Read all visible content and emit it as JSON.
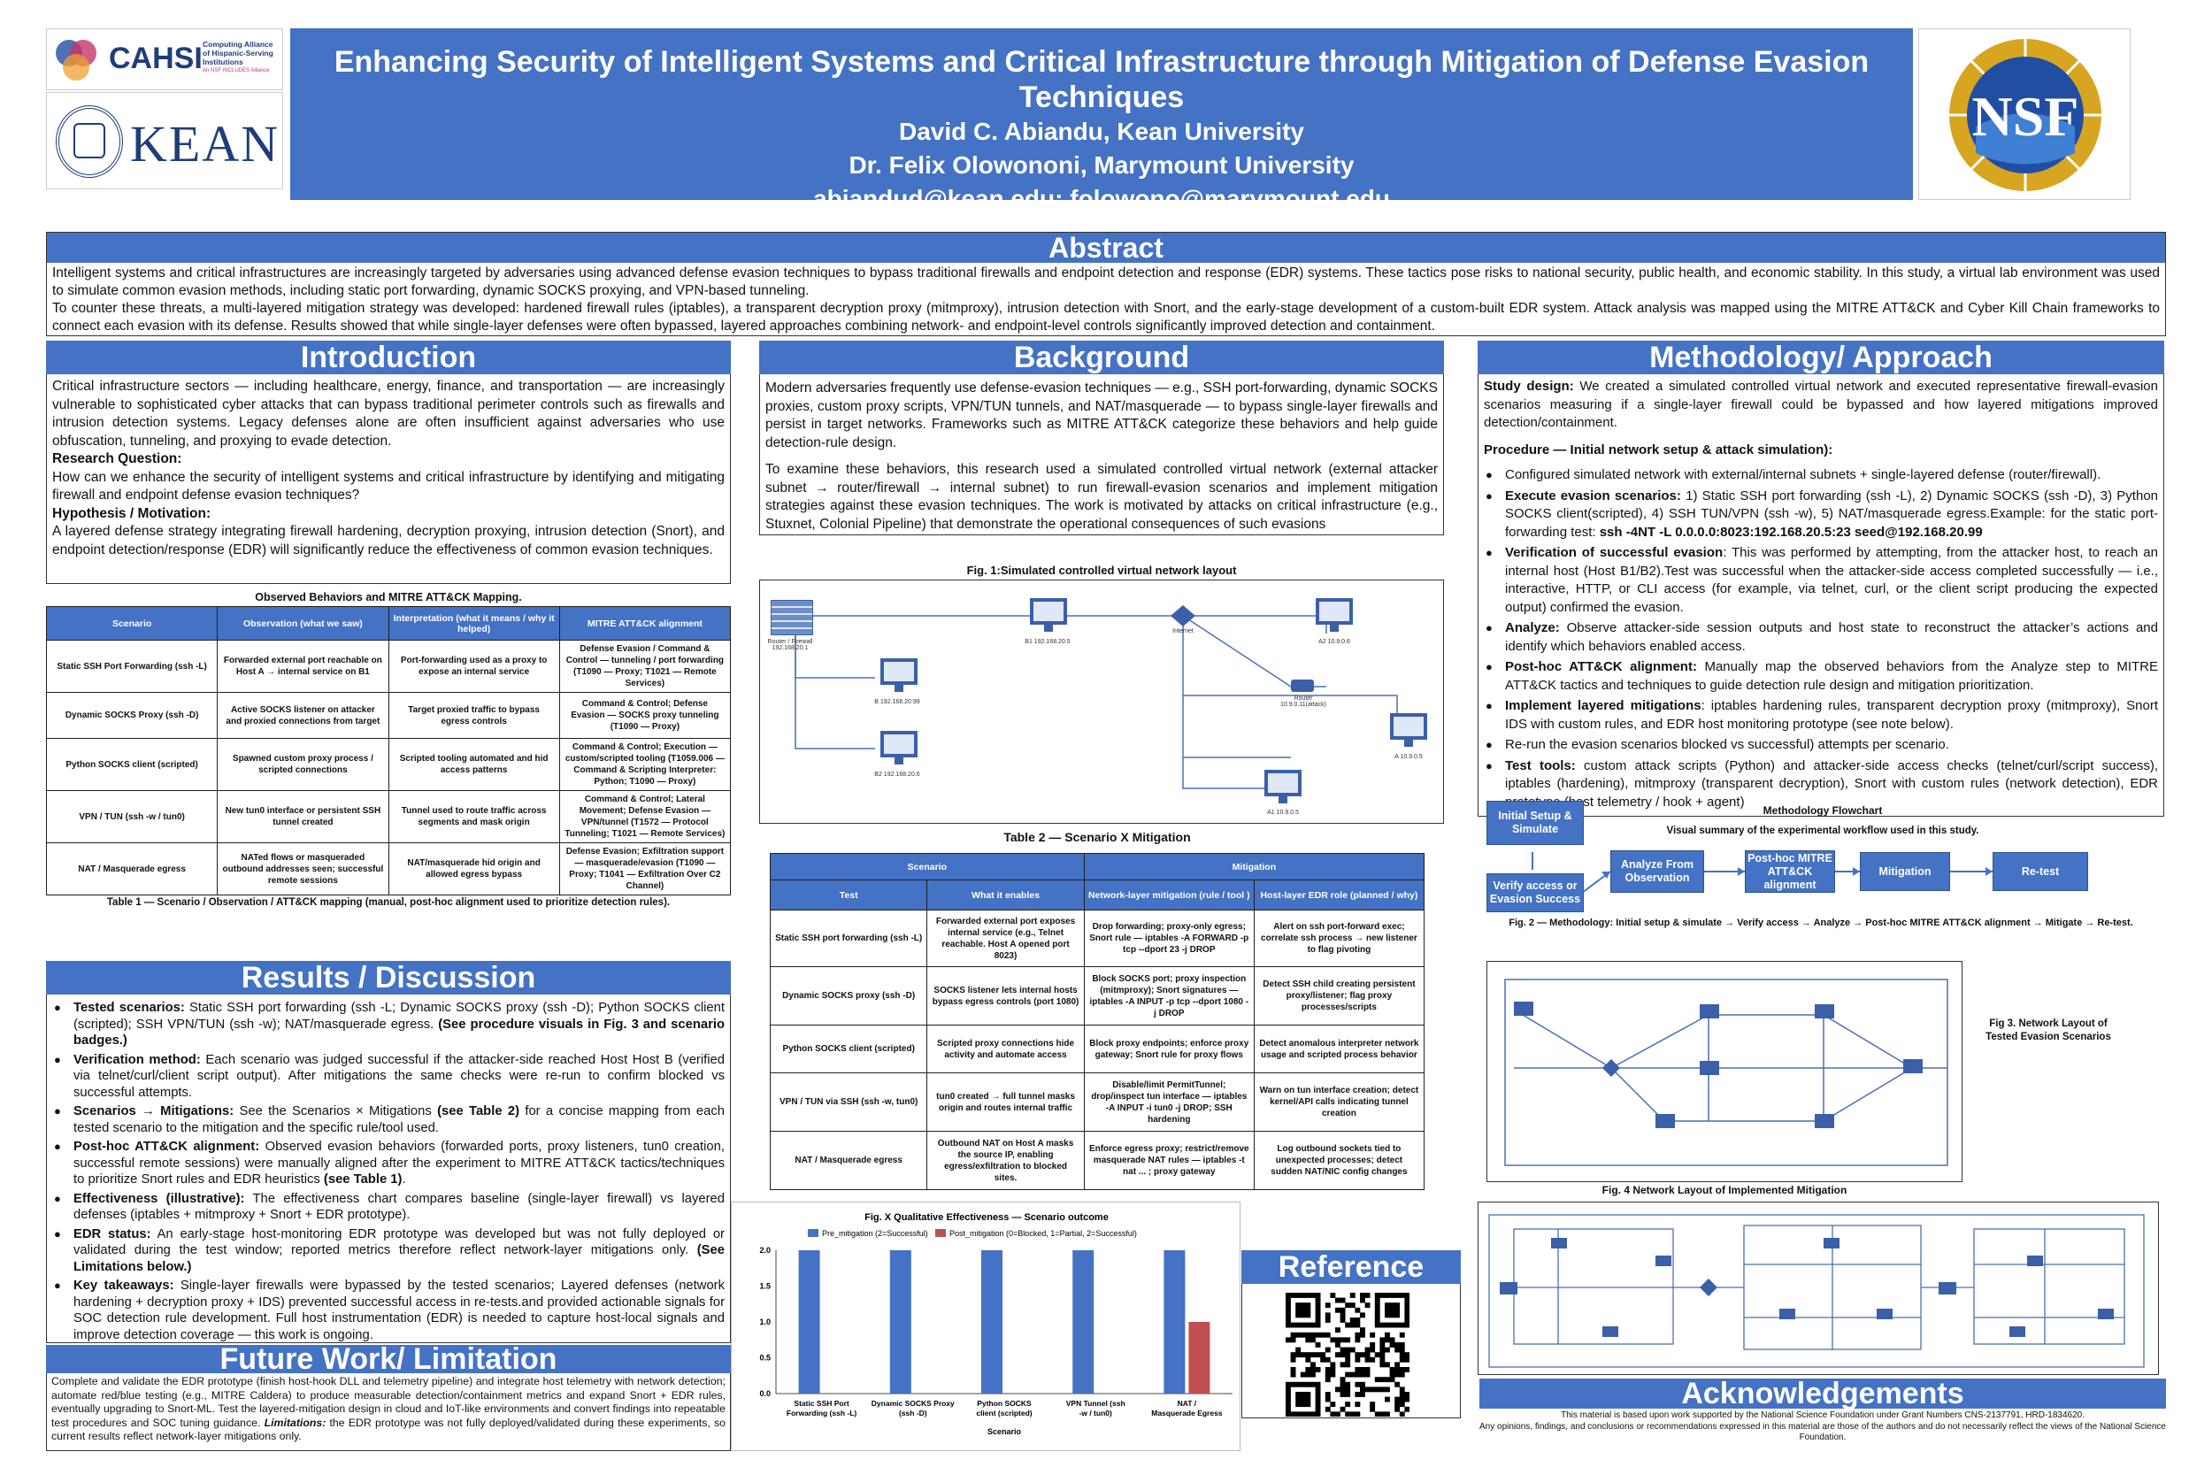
{
  "header": {
    "title": "Enhancing Security of Intelligent Systems and Critical Infrastructure through Mitigation of Defense Evasion Techniques",
    "author1": "David C. Abiandu, Kean University",
    "author2": "Dr. Felix Olowononi, Marymount University",
    "emails": "abiandud@kean.edu; folowono@marymount.edu",
    "logo_cahsi": "CAHSI",
    "logo_cahsi_sub": "Computing Alliance of Hispanic-Serving Institutions",
    "logo_cahsi_sub2": "An NSF INCLUDES Alliance",
    "logo_kean": "KEAN",
    "logo_nsf": "NSF"
  },
  "abstract": {
    "heading": "Abstract",
    "p1": "Intelligent systems and critical infrastructures are increasingly targeted by adversaries using advanced defense evasion techniques to bypass traditional firewalls and endpoint detection and response (EDR) systems. These tactics pose risks to national security, public health, and economic stability. In this study, a virtual lab environment was used to simulate common evasion methods, including static port forwarding, dynamic SOCKS proxying, and VPN-based tunneling.",
    "p2": "To counter these threats, a multi-layered mitigation strategy was developed: hardened firewall rules (iptables), a transparent decryption proxy (mitmproxy), intrusion detection with Snort, and the early-stage development of a custom-built EDR system. Attack analysis was mapped using the MITRE ATT&CK and Cyber Kill Chain frameworks to connect each evasion with its defense. Results showed that while single-layer defenses were often bypassed, layered approaches combining network- and endpoint-level controls significantly improved detection and containment."
  },
  "introduction": {
    "heading": "Introduction",
    "p1": "Critical infrastructure sectors — including healthcare, energy, finance, and transportation — are increasingly vulnerable to sophisticated cyber attacks that can bypass traditional perimeter controls such as firewalls and intrusion detection systems. Legacy defenses alone are often insufficient against adversaries who use obfuscation, tunneling, and proxying to evade detection.",
    "rq_label": "Research Question:",
    "rq": "How can we enhance the security of intelligent systems and critical infrastructure by identifying and mitigating firewall and endpoint defense evasion techniques?",
    "hyp_label": "Hypothesis / Motivation:",
    "hyp": "A layered defense strategy integrating firewall hardening, decryption proxying, intrusion detection (Snort), and endpoint detection/response (EDR) will significantly reduce the effectiveness of common evasion techniques."
  },
  "table1": {
    "title": "Observed Behaviors and MITRE ATT&CK Mapping.",
    "headers": [
      "Scenario",
      "Observation (what we saw)",
      "Interpretation (what it means / why it helped)",
      "MITRE ATT&CK alignment"
    ],
    "rows": [
      [
        "Static SSH Port Forwarding (ssh -L)",
        "Forwarded external port reachable on Host A → internal service on B1",
        "Port-forwarding used as a proxy to expose an internal service",
        "Defense Evasion / Command & Control — tunneling / port forwarding (T1090 — Proxy; T1021 — Remote Services)"
      ],
      [
        "Dynamic SOCKS Proxy (ssh -D)",
        "Active SOCKS listener on attacker and proxied connections from target",
        "Target proxied traffic to bypass egress controls",
        "Command & Control; Defense Evasion — SOCKS proxy tunneling (T1090 — Proxy)"
      ],
      [
        "Python SOCKS client (scripted)",
        "Spawned custom proxy process / scripted connections",
        "Scripted tooling automated and hid access patterns",
        "Command & Control; Execution — custom/scripted tooling (T1059.006 — Command & Scripting Interpreter: Python; T1090 — Proxy)"
      ],
      [
        "VPN / TUN (ssh -w / tun0)",
        "New tun0 interface or persistent SSH tunnel created",
        "Tunnel used to route traffic across segments and mask origin",
        "Command & Control; Lateral Movement; Defense Evasion — VPN/tunnel (T1572 — Protocol Tunneling; T1021 — Remote Services)"
      ],
      [
        "NAT / Masquerade egress",
        "NATed flows or masqueraded outbound addresses seen; successful remote sessions",
        "NAT/masquerade hid origin and allowed egress bypass",
        "Defense Evasion; Exfiltration support — masquerade/evasion (T1090 — Proxy; T1041 — Exfiltration Over C2 Channel)"
      ]
    ],
    "caption": "Table 1 — Scenario / Observation / ATT&CK mapping (manual, post-hoc alignment used to prioritize detection rules)."
  },
  "results": {
    "heading": "Results / Discussion",
    "items": [
      {
        "label": "Tested scenarios:",
        "text": " Static SSH port forwarding (ssh -L; Dynamic SOCKS proxy (ssh -D); Python SOCKS client (scripted); SSH VPN/TUN (ssh -w); NAT/masquerade egress. ",
        "bold_tail": "(See procedure visuals in Fig. 3 and scenario badges.)"
      },
      {
        "label": "Verification method:",
        "text": " Each scenario was judged successful if the attacker-side reached Host Host B (verified via telnet/curl/client script output). After mitigations the same checks were re-run to confirm blocked vs successful attempts.",
        "bold_tail": ""
      },
      {
        "label": "Scenarios → Mitigations:",
        "text": " See the Scenarios × Mitigations ",
        "bold_tail": "(see Table 2)",
        "text2": " for a concise mapping from each tested scenario to the mitigation and the specific rule/tool used."
      },
      {
        "label": "Post-hoc ATT&CK alignment:",
        "text": " Observed evasion behaviors (forwarded ports, proxy listeners, tun0 creation, successful remote sessions) were manually aligned after the experiment to MITRE ATT&CK tactics/techniques to prioritize Snort rules and EDR heuristics ",
        "bold_tail": "(see Table 1)",
        "text2": "."
      },
      {
        "label": "Effectiveness (illustrative):",
        "text": " The effectiveness chart compares baseline (single-layer firewall) vs layered defenses (iptables + mitmproxy + Snort + EDR prototype).",
        "bold_tail": ""
      },
      {
        "label": "EDR status:",
        "text": " An early-stage host-monitoring EDR prototype was developed but was not fully deployed or validated during the test window; reported metrics therefore reflect network-layer mitigations only. ",
        "bold_tail": "(See Limitations below.)"
      },
      {
        "label": "Key takeaways:",
        "text": " Single-layer firewalls were bypassed by the tested scenarios; Layered defenses (network hardening + decryption proxy + IDS) prevented successful access in re-tests.and provided actionable signals for SOC detection rule development. Full host instrumentation (EDR) is needed to capture host-local signals and improve detection coverage — this work is ongoing.",
        "bold_tail": ""
      }
    ]
  },
  "future": {
    "heading": "Future Work/ Limitation",
    "text": "Complete and validate the EDR prototype (finish host-hook DLL and telemetry pipeline) and integrate host telemetry with network detection; automate red/blue testing (e.g., MITRE Caldera) to produce measurable detection/containment metrics and expand Snort + EDR rules, eventually upgrading to Snort-ML. Test the layered-mitigation design in cloud and IoT-like environments and convert findings into repeatable test procedures and SOC tuning guidance. ",
    "lim_label": "Limitations:",
    "lim": " the EDR prototype was not fully deployed/validated during these experiments, so current results reflect network-layer mitigations only."
  },
  "background": {
    "heading": "Background",
    "p1": "Modern adversaries frequently use defense-evasion techniques — e.g., SSH port-forwarding, dynamic SOCKS proxies, custom proxy scripts, VPN/TUN tunnels, and NAT/masquerade — to bypass single-layer firewalls and persist in target networks. Frameworks such as MITRE ATT&CK categorize these behaviors and help guide detection-rule design.",
    "p2": "To examine these behaviors, this research used a simulated controlled virtual network (external attacker subnet → router/firewall → internal subnet) to run firewall-evasion scenarios and implement mitigation strategies against these evasion techniques. The work is motivated by attacks on critical infrastructure (e.g., Stuxnet, Colonial Pipeline) that demonstrate the operational consequences of such evasions"
  },
  "fig1": {
    "title": "Fig. 1:Simulated controlled virtual network layout",
    "labels": [
      "Router / Firewall 192.168.20.1",
      "B1 192.168.20.5",
      "B 192.168.20.99",
      "B2 192.168.20.6",
      "Internet",
      "A2 10.9.0.6",
      "Router 10.9.0.11(attack)",
      "A 10.9.0.5",
      "A1 10.9.0.5"
    ]
  },
  "table2": {
    "title": "Table 2 — Scenario X Mitigation",
    "group_headers": [
      "Scenario",
      "Mitigation"
    ],
    "headers": [
      "Test",
      "What it enables",
      "Network-layer mitigation (rule / tool )",
      "Host-layer EDR role (planned / why)"
    ],
    "rows": [
      [
        "Static SSH port forwarding (ssh -L)",
        "Forwarded external port exposes internal service (e.g., Telnet reachable. Host A opened port 8023)",
        "Drop forwarding; proxy-only egress; Snort rule — iptables -A FORWARD -p tcp --dport 23 -j DROP",
        "Alert on ssh port-forward exec; correlate ssh process → new listener to flag pivoting"
      ],
      [
        "Dynamic SOCKS proxy (ssh -D)",
        "SOCKS listener lets internal hosts bypass egress controls (port 1080)",
        "Block SOCKS port; proxy inspection (mitmproxy); Snort signatures — iptables -A INPUT -p tcp --dport 1080 -j DROP",
        "Detect SSH child creating persistent proxy/listener; flag proxy processes/scripts"
      ],
      [
        "Python SOCKS client (scripted)",
        "Scripted proxy connections hide activity and automate access",
        "Block proxy endpoints; enforce proxy gateway; Snort rule for proxy flows",
        "Detect anomalous interpreter network usage and scripted process behavior"
      ],
      [
        "VPN / TUN via SSH (ssh -w, tun0)",
        "tun0 created → full tunnel masks origin and routes internal traffic",
        "Disable/limit PermitTunnel; drop/inspect tun interface — iptables -A INPUT -i tun0 -j DROP; SSH hardening",
        "Warn on tun interface creation; detect kernel/API calls indicating tunnel creation"
      ],
      [
        "NAT / Masquerade egress",
        "Outbound NAT on Host A masks the source IP, enabling egress/exfiltration to blocked sites.",
        "Enforce egress proxy; restrict/remove masquerade NAT rules — iptables -t nat ... ; proxy gateway",
        "Log outbound sockets tied to unexpected processes; detect sudden NAT/NIC config changes"
      ]
    ]
  },
  "chart_data": {
    "type": "bar",
    "title": "Fig. X   Qualitative Effectiveness — Scenario outcome",
    "xlabel": "Scenario",
    "ylabel": "",
    "ylim": [
      0,
      2.0
    ],
    "yticks": [
      "0.0",
      "0.5",
      "1.0",
      "1.5",
      "2.0"
    ],
    "categories": [
      "Static SSH Port Forwarding (ssh -L)",
      "Dynamic SOCKS Proxy (ssh -D)",
      "Python SOCKS client (scripted)",
      "VPN Tunnel (ssh -w / tun0)",
      "NAT / Masquerade Egress"
    ],
    "series": [
      {
        "name": "Pre_mitigation (2=Successful)",
        "color": "#4472c4",
        "values": [
          2,
          2,
          2,
          2,
          2
        ]
      },
      {
        "name": "Post_mitigation (0=Blocked, 1=Partial, 2=Successful)",
        "color": "#c0504d",
        "values": [
          0,
          0,
          0,
          0,
          1
        ]
      }
    ]
  },
  "methodology": {
    "heading": "Methodology/ Approach",
    "design_label": "Study design:",
    "design": " We created a simulated controlled virtual network and executed representative firewall-evasion scenarios measuring if  a single-layer firewall could be bypassed and how layered mitigations improved detection/containment.",
    "proc_label": "Procedure — Initial network setup & attack simulation):",
    "items": [
      {
        "label": "",
        "text": "Configured simulated network with external/internal subnets + single-layered defense (router/firewall)."
      },
      {
        "label": "Execute evasion scenarios:",
        "text": " 1) Static SSH port forwarding (ssh -L), 2) Dynamic SOCKS (ssh -D), 3) Python SOCKS client(scripted), 4) SSH TUN/VPN (ssh -w), 5) NAT/masquerade egress.Example: for the static port-forwarding test: ",
        "bold_tail": "ssh -4NT -L 0.0.0.0:8023:192.168.20.5:23 seed@192.168.20.99"
      },
      {
        "label": "Verification of successful evasion",
        "text": ": This was performed by attempting, from the attacker host, to reach an internal host (Host B1/B2).Test was successful when the attacker-side access completed successfully — i.e., interactive, HTTP, or CLI access (for example, via telnet, curl, or the client script producing the expected output) confirmed the evasion."
      },
      {
        "label": "Analyze:",
        "text": " Observe attacker-side session outputs and host state to reconstruct the attacker’s actions and identify which behaviors enabled access."
      },
      {
        "label": "Post-hoc ATT&CK alignment:",
        "text": " Manually map the observed behaviors from the Analyze step to MITRE ATT&CK tactics and techniques to guide detection rule design and mitigation prioritization."
      },
      {
        "label": "Implement layered mitigations",
        "text": ": iptables hardening rules, transparent decryption proxy (mitmproxy), Snort IDS with custom rules, and EDR host monitoring prototype (see note below)."
      },
      {
        "label": "",
        "text": "Re-run the evasion scenarios blocked vs successful) attempts per scenario."
      },
      {
        "label": "Test tools:",
        "text": " custom attack scripts (Python) and attacker-side access checks (telnet/curl/script success), iptables (hardening), mitmproxy (transparent decryption), Snort with custom rules (network detection), EDR prototype (host telemetry / hook + agent)"
      }
    ]
  },
  "flowchart": {
    "title": "Methodology Flowchart",
    "subtitle": "Visual summary of the experimental workflow used in this study.",
    "steps": [
      "Initial Setup & Simulate",
      "Verify  access or Evasion Success",
      "Analyze From Observation",
      "Post-hoc MITRE ATT&CK alignment",
      "Mitigation",
      "Re-test"
    ],
    "caption": "Fig. 2 — Methodology: Initial setup & simulate → Verify access → Analyze → Post-hoc MITRE ATT&CK alignment → Mitigate → Re-test."
  },
  "fig3": {
    "caption": "Fig 3. Network Layout of Tested Evasion Scenarios"
  },
  "fig4": {
    "caption": "Fig. 4 Network Layout of Implemented Mitigation"
  },
  "reference": {
    "heading": "Reference"
  },
  "ack": {
    "heading": "Acknowledgements",
    "line1": "This material is based upon work supported by the National Science Foundation under Grant Numbers CNS-2137791, HRD-1834620.",
    "line2": "Any opinions, findings, and conclusions or recommendations expressed in this material are those of the authors and do not necessarily reflect the views of the National Science Foundation."
  }
}
